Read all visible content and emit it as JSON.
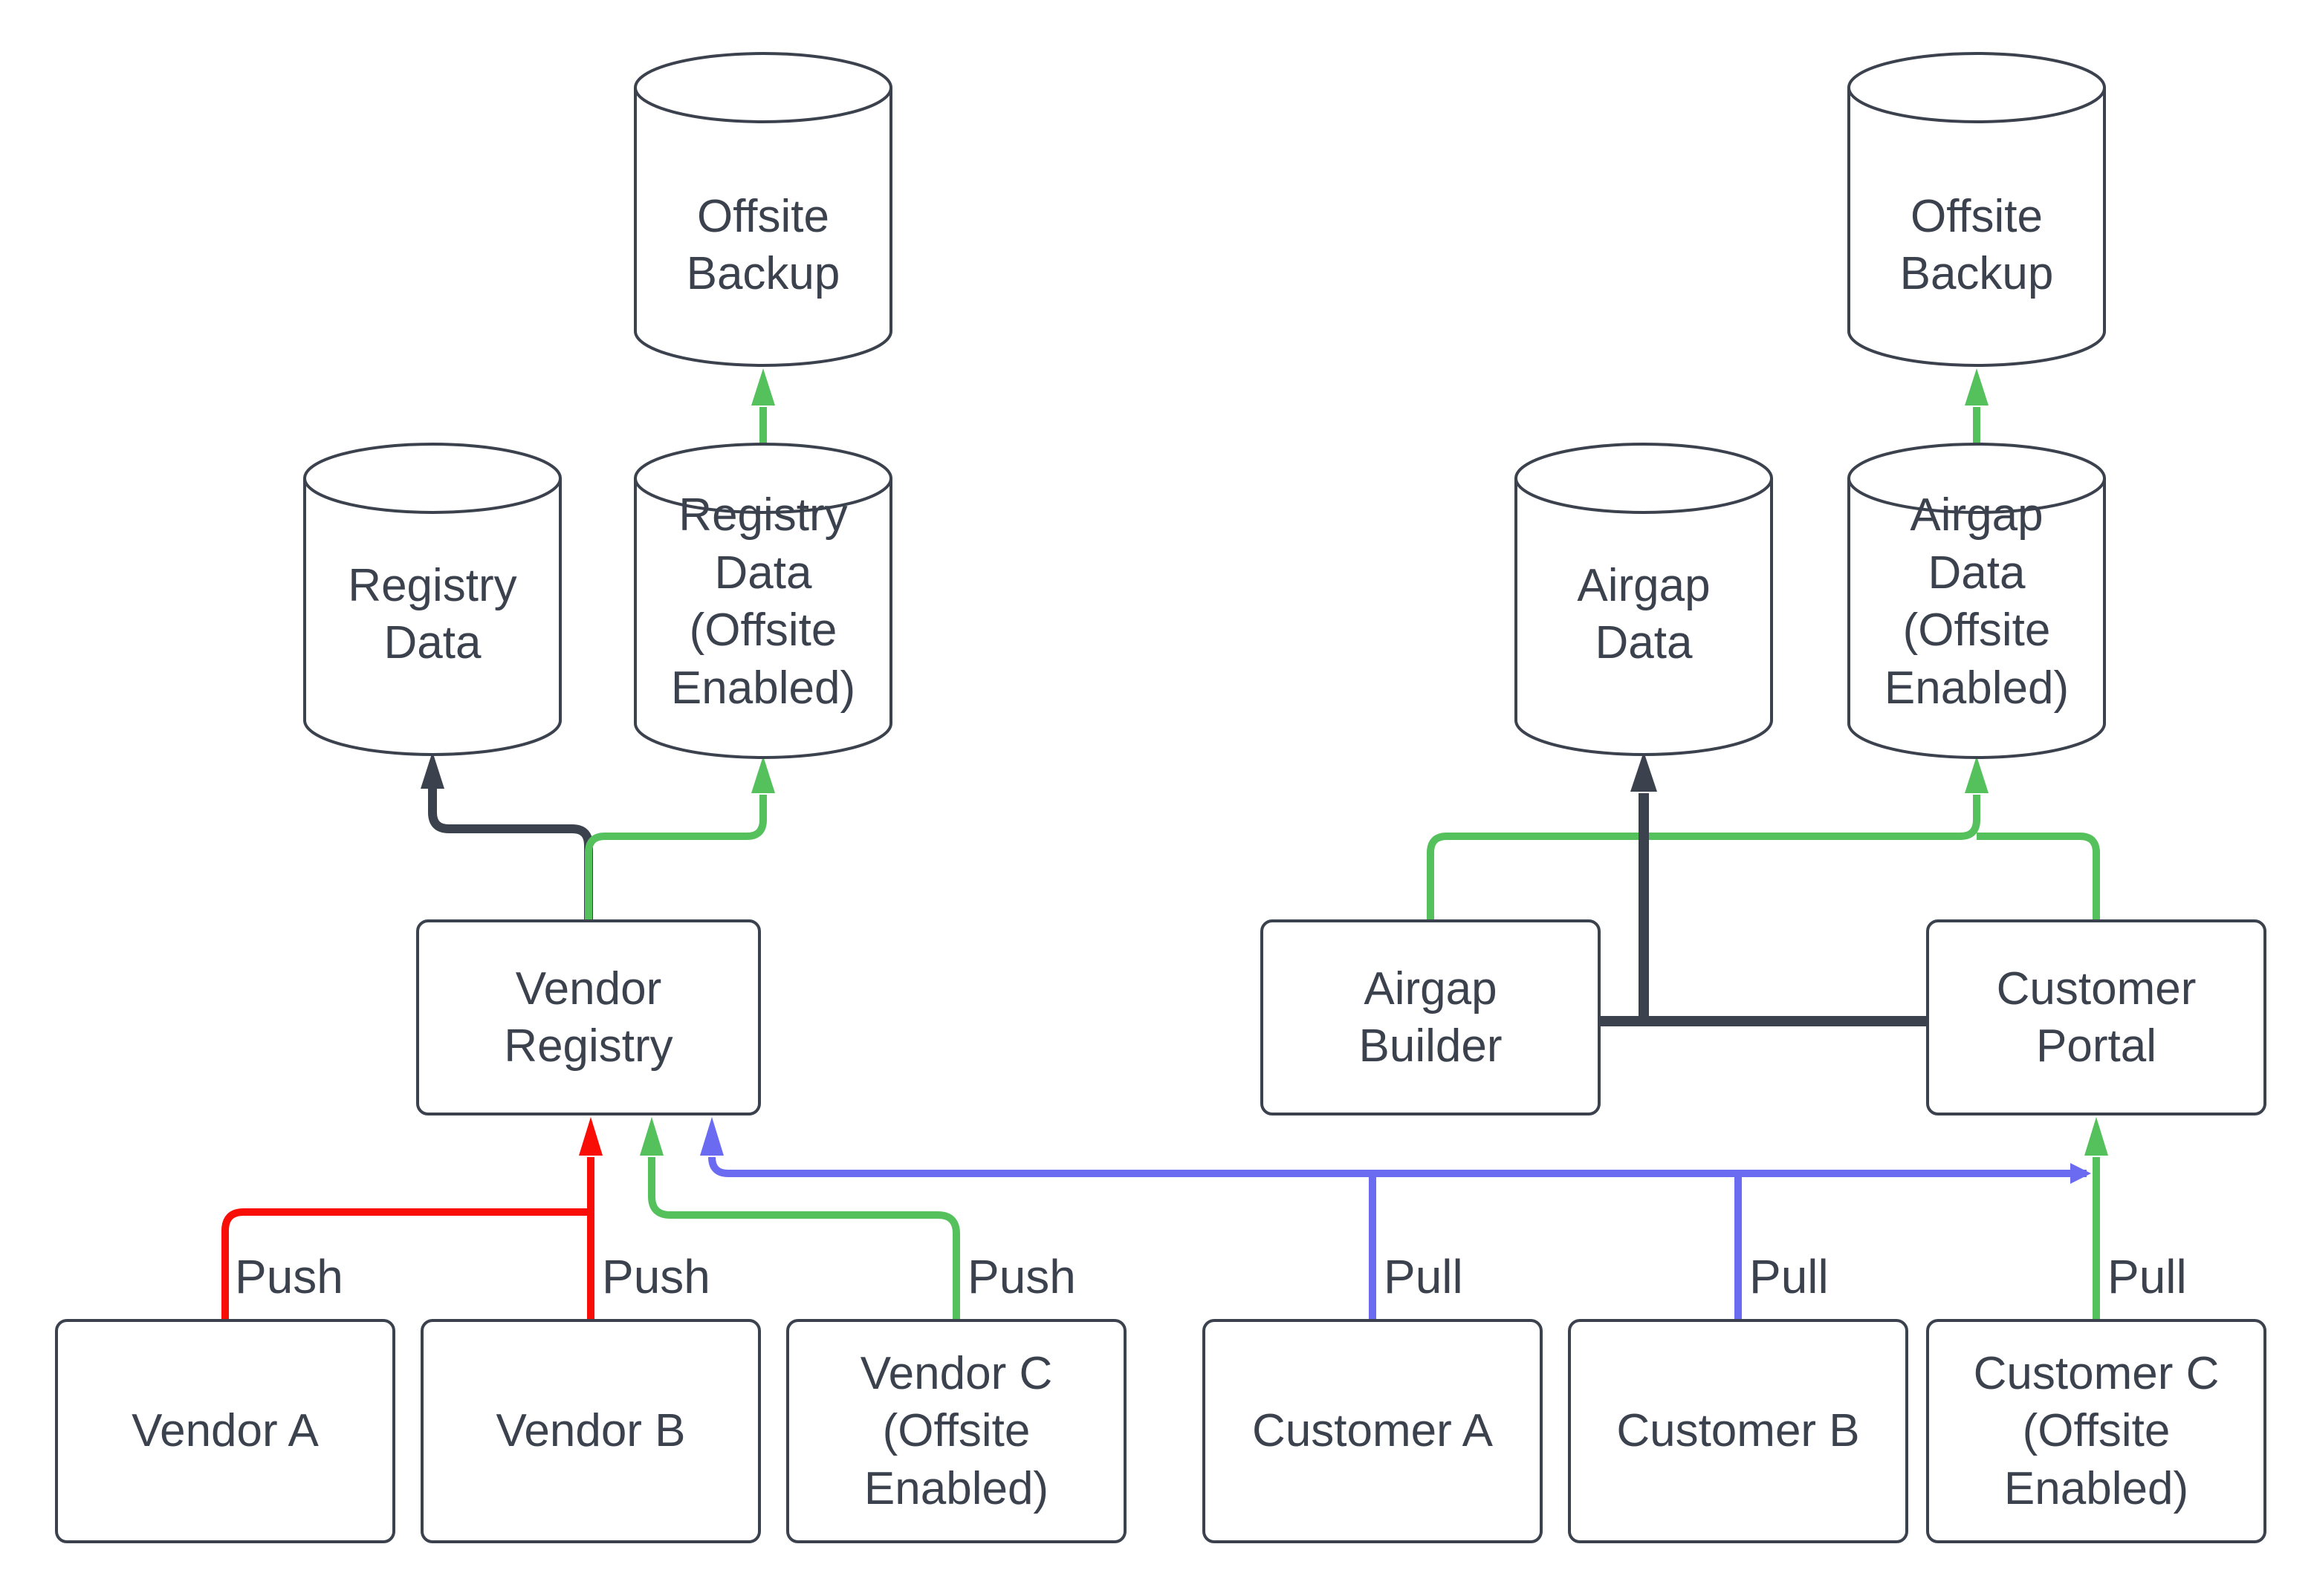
{
  "diagram": {
    "colors": {
      "dark": "#3B424E",
      "green": "#55C15C",
      "red": "#F90D07",
      "blue": "#6B6BF2"
    },
    "nodes": {
      "offsite_backup_left": {
        "label": "Offsite\nBackup",
        "shape": "cylinder"
      },
      "registry_data": {
        "label": "Registry\nData",
        "shape": "cylinder"
      },
      "registry_data_offsite": {
        "label": "Registry\nData\n(Offsite\nEnabled)",
        "shape": "cylinder"
      },
      "airgap_data": {
        "label": "Airgap\nData",
        "shape": "cylinder"
      },
      "airgap_data_offsite": {
        "label": "Airgap\nData\n(Offsite\nEnabled)",
        "shape": "cylinder"
      },
      "offsite_backup_right": {
        "label": "Offsite\nBackup",
        "shape": "cylinder"
      },
      "vendor_registry": {
        "label": "Vendor\nRegistry",
        "shape": "box"
      },
      "airgap_builder": {
        "label": "Airgap\nBuilder",
        "shape": "box"
      },
      "customer_portal": {
        "label": "Customer\nPortal",
        "shape": "box"
      },
      "vendor_a": {
        "label": "Vendor A",
        "shape": "box"
      },
      "vendor_b": {
        "label": "Vendor B",
        "shape": "box"
      },
      "vendor_c": {
        "label": "Vendor C\n(Offsite\nEnabled)",
        "shape": "box"
      },
      "customer_a": {
        "label": "Customer A",
        "shape": "box"
      },
      "customer_b": {
        "label": "Customer B",
        "shape": "box"
      },
      "customer_c": {
        "label": "Customer C\n(Offsite\nEnabled)",
        "shape": "box"
      }
    },
    "edge_labels": {
      "push": [
        "Push",
        "Push",
        "Push"
      ],
      "pull": [
        "Pull",
        "Pull",
        "Pull"
      ]
    }
  }
}
